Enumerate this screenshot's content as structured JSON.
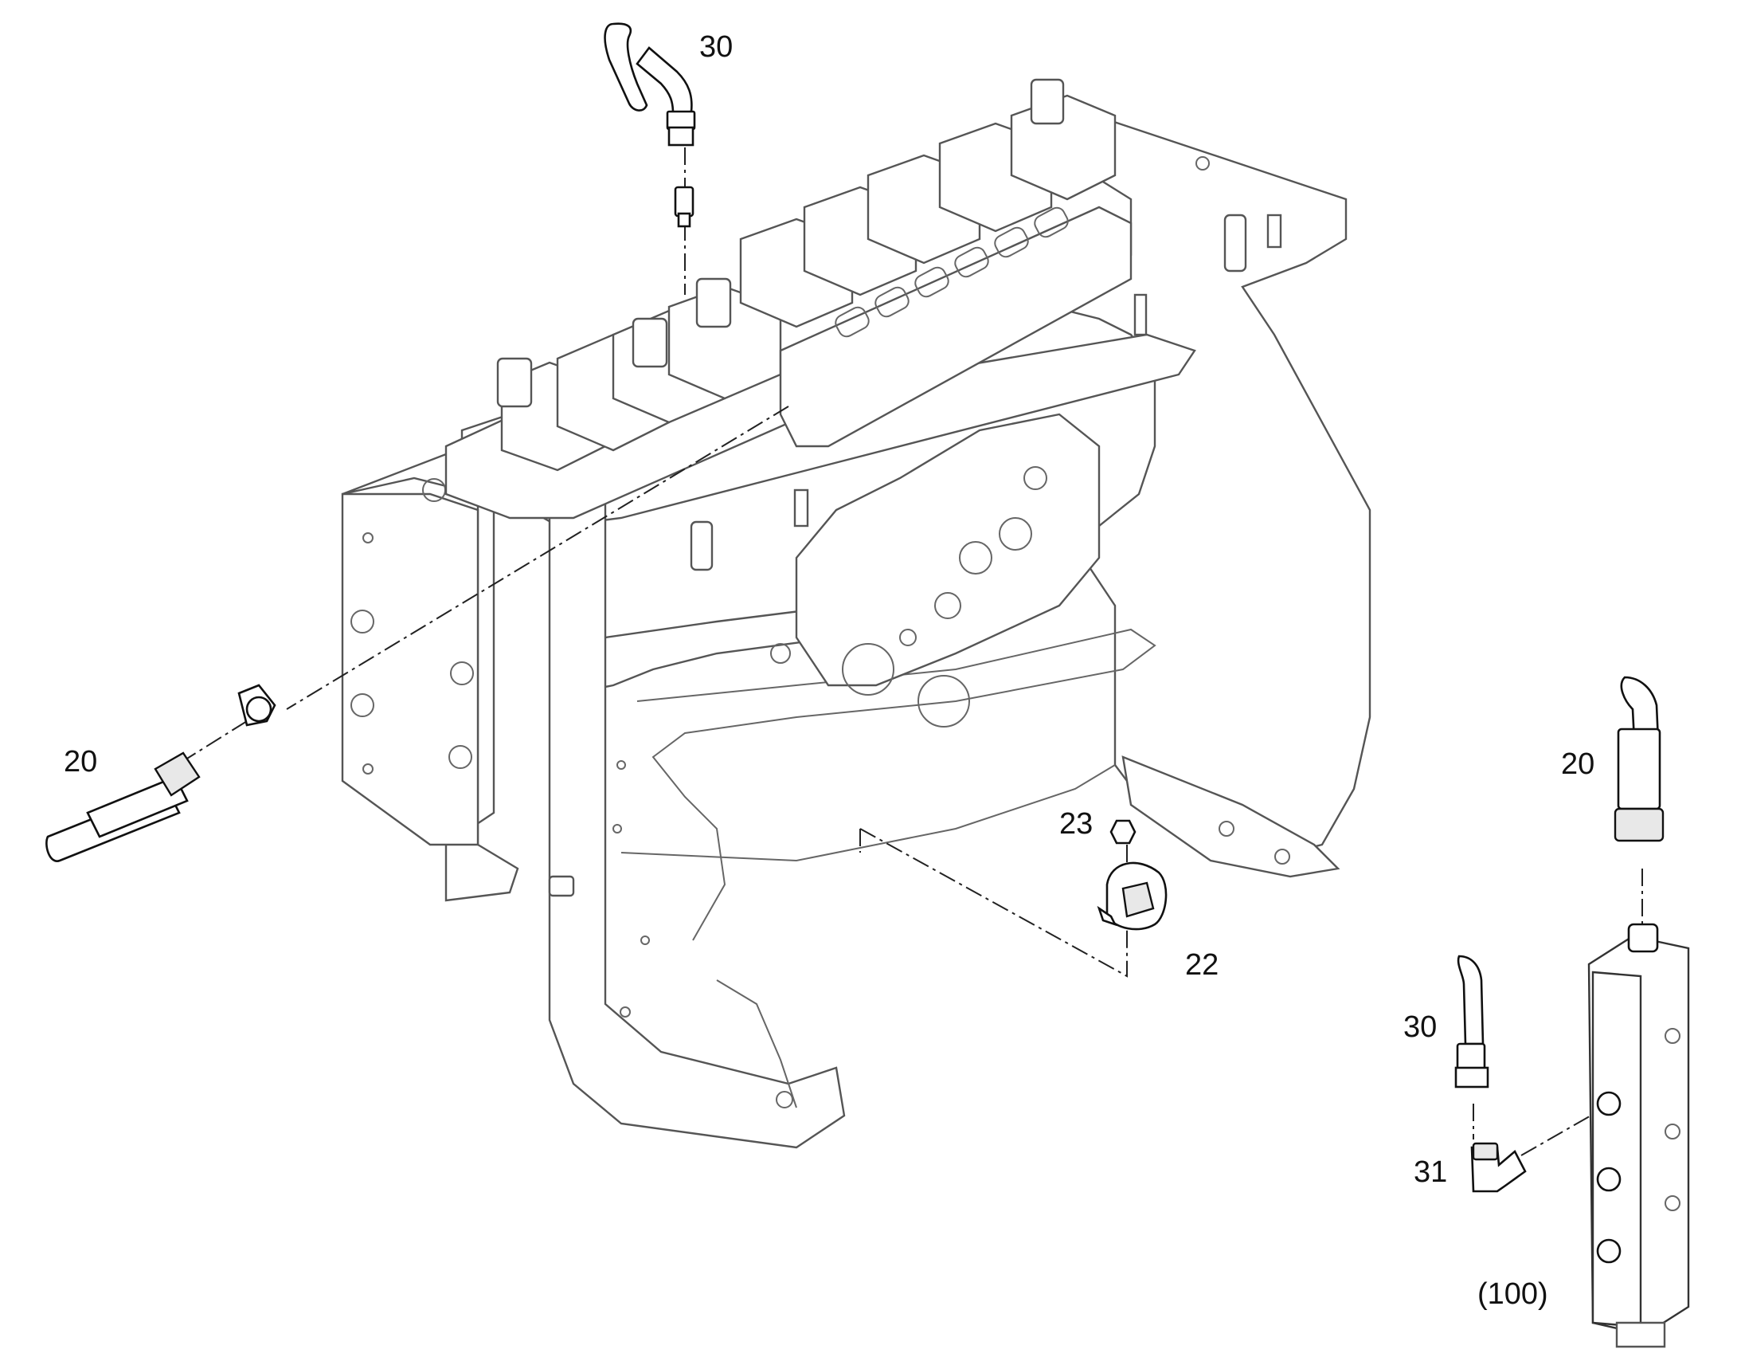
{
  "callouts": {
    "c30_top": "30",
    "c20_left": "20",
    "c23": "23",
    "c22": "22",
    "c20_right": "20",
    "c30_right": "30",
    "c31": "31",
    "c100": "(100)"
  }
}
